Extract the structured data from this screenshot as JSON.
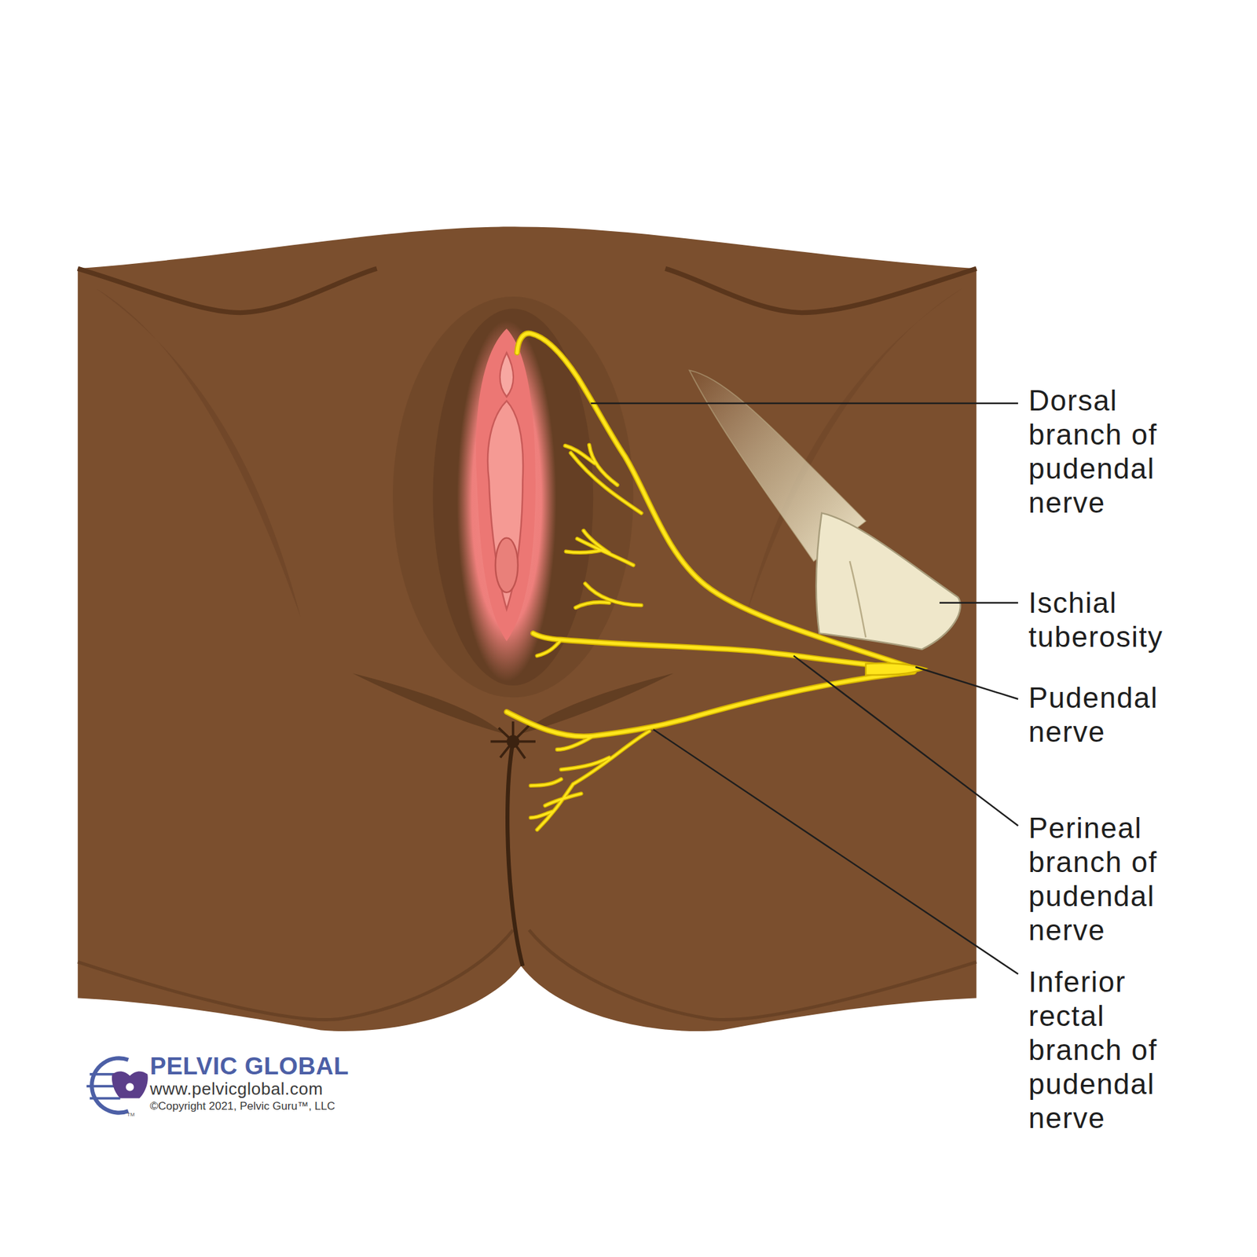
{
  "diagram": {
    "labels": [
      "Dorsal branch of pudendal nerve",
      "Ischial tuberosity",
      "Pudendal nerve",
      "Perineal branch of pudendal nerve",
      "Inferior rectal branch of pudendal nerve",
      "PELVIC GLOBAL",
      "www.pelvicglobal.com",
      "©Copyright 2021, Pelvic Guru™, LLC",
      "TM"
    ]
  }
}
